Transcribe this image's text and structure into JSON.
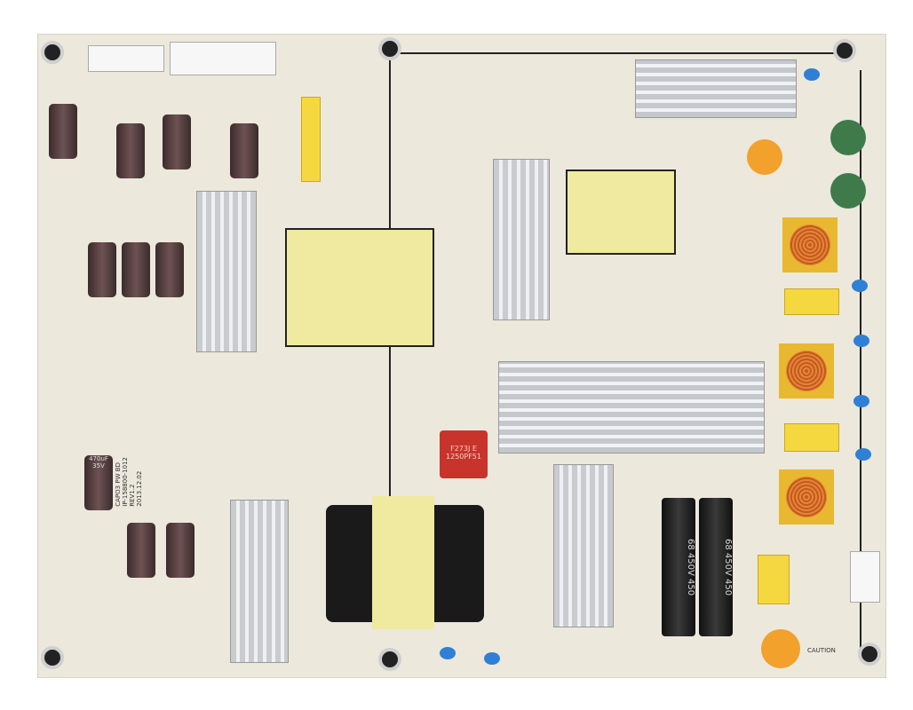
{
  "board": {
    "label_lines": [
      "CAPO3 PW BD",
      "IP-158800-1012",
      "REV1.2",
      "2013.12.02"
    ]
  },
  "film_capacitor": {
    "line1": "F273J E",
    "line2": "1250PF51"
  },
  "bulk_capacitors": [
    {
      "text": "68 450V 450"
    },
    {
      "text": "68 450V 450"
    }
  ],
  "small_caps": {
    "text": "470uF 35V"
  },
  "caution": "CAUTION",
  "colors": {
    "board": "#ece8dc",
    "heatsink": "#d4d7da",
    "transformer_tape": "#f0eaa0",
    "capacitor": "#5a4041",
    "coil": "#e8b830"
  }
}
